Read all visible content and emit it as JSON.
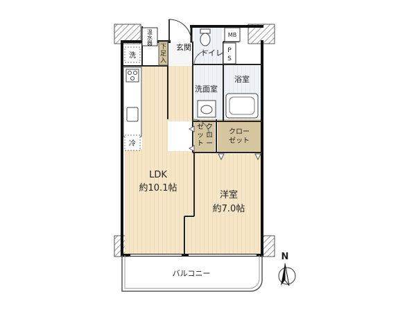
{
  "rooms": {
    "ldk": {
      "name": "LDK",
      "size": "約10.1帖"
    },
    "western": {
      "name": "洋室",
      "size": "約7.0帖"
    },
    "entrance": "玄関",
    "toilet": "トイレ",
    "bath": "浴室",
    "washroom": "洗面室",
    "balcony": "バルコニー",
    "closet_ldk": [
      "ク",
      "ロ",
      "ー",
      "ゼ",
      "ッ",
      "ト"
    ],
    "closet_western": [
      "クロー",
      "ゼット"
    ]
  },
  "fixtures": {
    "water_heater": [
      "温",
      "水",
      "器"
    ],
    "washer": "洗",
    "fridge": "冷",
    "shoe_box": [
      "下",
      "足",
      "入"
    ],
    "mb": "MB",
    "ps": [
      "P",
      "S"
    ]
  },
  "compass": {
    "label": "N"
  },
  "colors": {
    "wood_floor": "#f5e6c8",
    "tile_floor": "#eef2f6",
    "closet": "#d6c6a0",
    "wall": "#111111",
    "pillar": "#9a9a9a"
  }
}
